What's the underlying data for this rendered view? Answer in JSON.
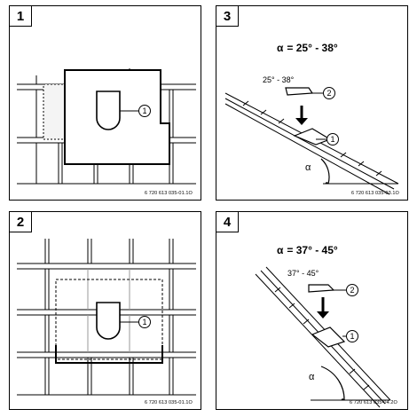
{
  "panels": [
    {
      "number": "1",
      "code": "6 720 613 035-01.1O",
      "callout": "1"
    },
    {
      "number": "2",
      "code": "6 720 613 035-01.1O",
      "callout": "1"
    },
    {
      "number": "3",
      "code": "6 720 613 035-03.1O",
      "header_symbol": "α",
      "header_value": "= 25° - 38°",
      "angle_text": "25° - 38°",
      "callout_a": "2",
      "callout_b": "1",
      "alpha": "α"
    },
    {
      "number": "4",
      "code": "6 720 613 035-04.2O",
      "header_symbol": "α",
      "header_value": "= 37° - 45°",
      "angle_text": "37° - 45°",
      "callout_a": "2",
      "callout_b": "1",
      "alpha": "α"
    }
  ]
}
